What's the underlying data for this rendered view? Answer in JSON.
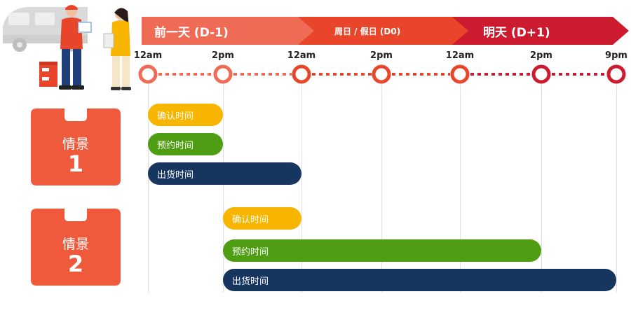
{
  "phases": [
    {
      "label": "前一天 (D-1)",
      "color": "#ef6b55"
    },
    {
      "label": "周日 / 假日 (D0)",
      "color": "#e8452b"
    },
    {
      "label": "明天 (D+1)",
      "color": "#cc1a2e"
    }
  ],
  "ticks": [
    "12am",
    "2pm",
    "12am",
    "2pm",
    "12am",
    "2pm",
    "9pm"
  ],
  "scenarios": [
    {
      "word": "情景",
      "number": "1",
      "bars": [
        {
          "label": "确认时间",
          "color": "yellow",
          "start_tick": 0,
          "end_tick": 1
        },
        {
          "label": "预约时间",
          "color": "green",
          "start_tick": 0,
          "end_tick": 1
        },
        {
          "label": "出货时间",
          "color": "navy",
          "start_tick": 0,
          "end_tick": 2
        }
      ]
    },
    {
      "word": "情景",
      "number": "2",
      "bars": [
        {
          "label": "确认时间",
          "color": "yellow",
          "start_tick": 1,
          "end_tick": 2
        },
        {
          "label": "预约时间",
          "color": "green",
          "start_tick": 1,
          "end_tick": 5
        },
        {
          "label": "出货时间",
          "color": "navy",
          "start_tick": 1,
          "end_tick": 6
        }
      ]
    }
  ]
}
